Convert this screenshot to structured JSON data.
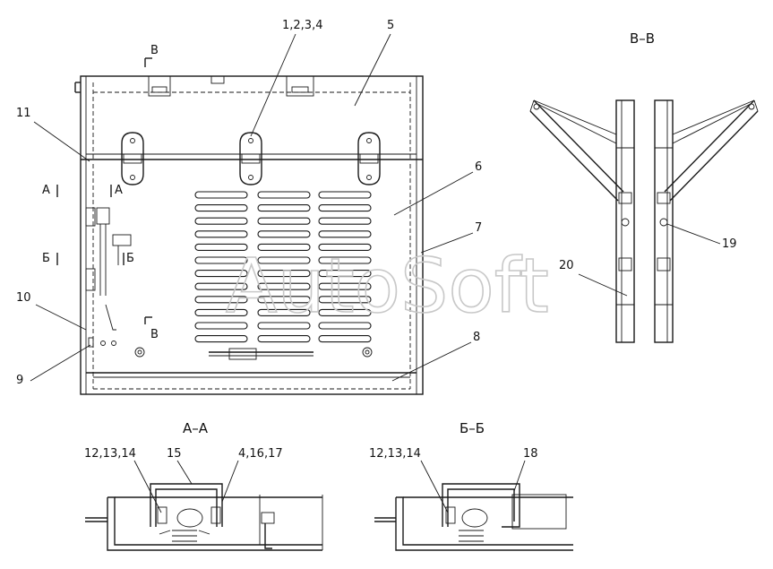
{
  "watermark": "AutoSoft",
  "section_titles": {
    "bb": "В–В",
    "aa": "А–А",
    "bbcyr": "Б–Б"
  },
  "section_marks": {
    "b_top": "В",
    "b_bottom": "В",
    "a_left": "А",
    "a_right": "А",
    "be_left": "Б",
    "be_right": "Б"
  },
  "labels": {
    "l1234": "1,2,3,4",
    "l5": "5",
    "l6": "6",
    "l7": "7",
    "l8": "8",
    "l9": "9",
    "l10": "10",
    "l11": "11",
    "l19": "19",
    "l20": "20",
    "l12a": "12,13,14",
    "l15": "15",
    "l41617": "4,16,17",
    "l12b": "12,13,14",
    "l18": "18"
  }
}
